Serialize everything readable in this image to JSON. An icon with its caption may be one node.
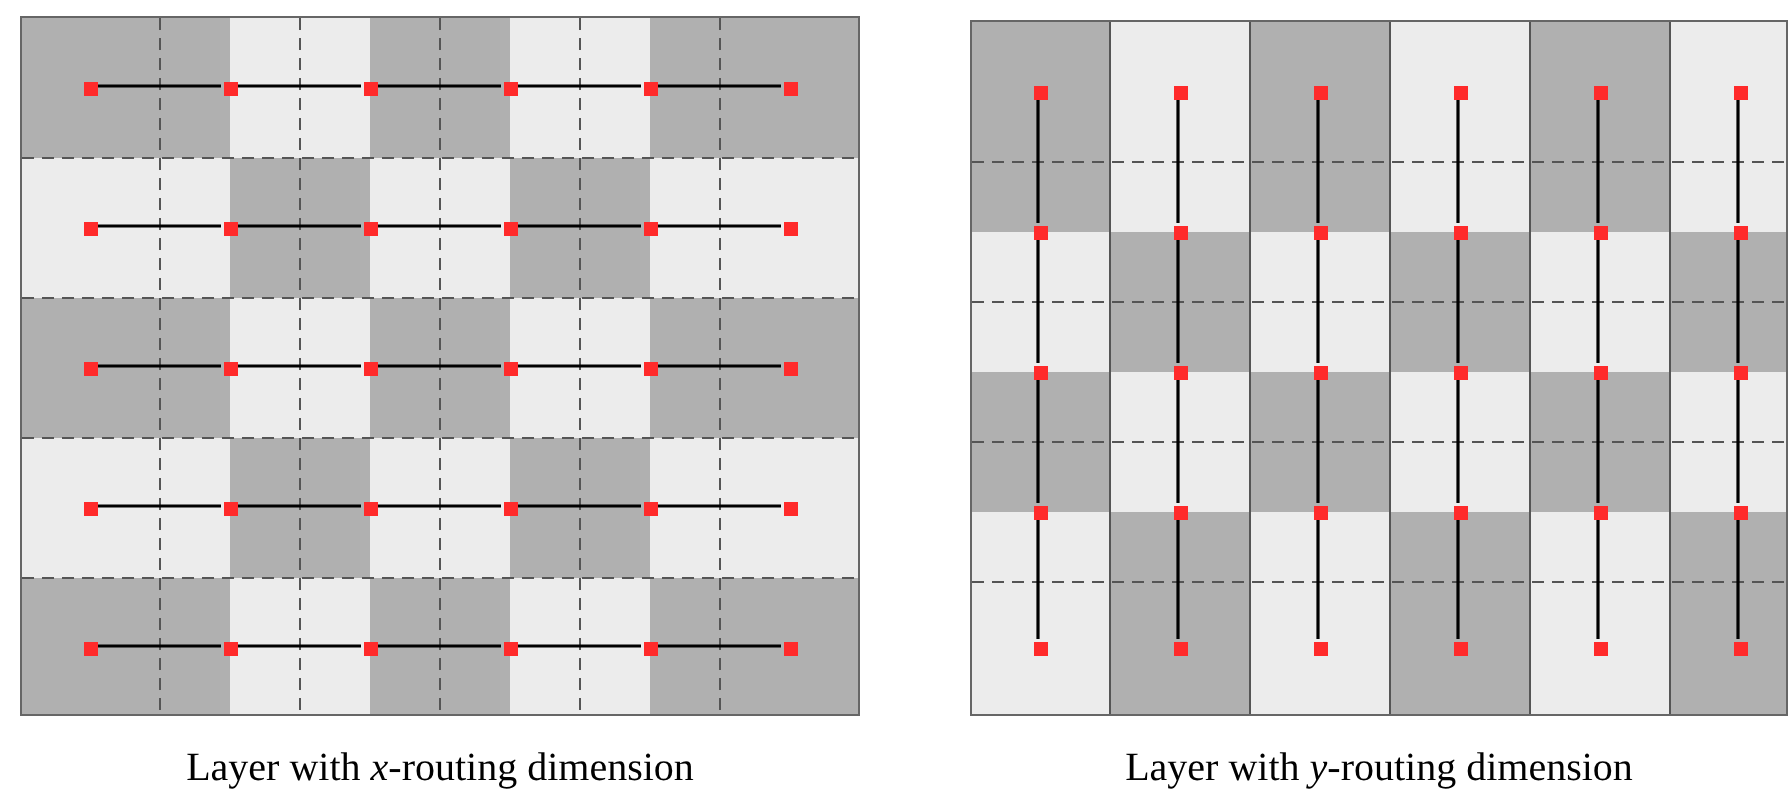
{
  "diagram": {
    "nodes": [
      {
        "text": [],
        "shape": "box",
        "beside": [
          "Layer with *x*-routing dimension"
        ]
      },
      {
        "text": [],
        "shape": "box",
        "in": 0
      },
      {
        "text": [],
        "shape": "box",
        "in": 0
      },
      {
        "text": [],
        "shape": "box",
        "in": 0
      },
      {
        "text": [],
        "shape": "box",
        "in": 0
      },
      {
        "text": [],
        "shape": "box",
        "in": 0
      },
      {
        "text": [],
        "shape": "box",
        "in": 0
      },
      {
        "text": [],
        "shape": "box",
        "in": 0
      },
      {
        "text": [],
        "shape": "box",
        "in": 0
      },
      {
        "text": [],
        "shape": "box",
        "in": 0
      },
      {
        "text": [],
        "shape": "box",
        "in": 0
      },
      {
        "text": [],
        "shape": "box",
        "in": 0
      },
      {
        "text": [],
        "shape": "box",
        "in": 0
      },
      {
        "text": [],
        "shape": "box",
        "in": 0
      },
      {
        "text": [],
        "shape": "box",
        "in": 0
      },
      {
        "text": [],
        "shape": "box",
        "in": 0
      },
      {
        "text": [],
        "shape": "box",
        "in": 0
      },
      {
        "text": [],
        "shape": "box",
        "in": 0
      },
      {
        "text": [],
        "shape": "box",
        "in": 0
      },
      {
        "text": [],
        "shape": "box",
        "in": 0
      },
      {
        "text": [],
        "shape": "box",
        "in": 0
      },
      {
        "text": [],
        "shape": "box",
        "in": 0
      },
      {
        "text": [],
        "shape": "box",
        "in": 0
      },
      {
        "text": [],
        "shape": "box",
        "in": 0
      },
      {
        "text": [],
        "shape": "box",
        "in": 0
      },
      {
        "text": [],
        "shape": "box",
        "in": 0
      },
      {
        "text": [],
        "shape": "box",
        "in": 0
      },
      {
        "text": [],
        "shape": "box",
        "in": 0
      },
      {
        "text": [],
        "shape": "box",
        "in": 0
      },
      {
        "text": [],
        "shape": "box",
        "in": 0
      },
      {
        "text": [],
        "shape": "box",
        "in": 0
      },
      {
        "text": [],
        "shape": "box",
        "beside": [
          "Layer with *y*-routing dimension"
        ]
      },
      {
        "text": [],
        "shape": "box",
        "in": 31
      },
      {
        "text": [],
        "shape": "box",
        "in": 31
      },
      {
        "text": [],
        "shape": "box",
        "in": 31
      },
      {
        "text": [],
        "shape": "box",
        "in": 31
      },
      {
        "text": [],
        "shape": "box",
        "in": 31
      },
      {
        "text": [],
        "shape": "box",
        "in": 31
      },
      {
        "text": [],
        "shape": "box",
        "in": 31
      },
      {
        "text": [],
        "shape": "box",
        "in": 31
      },
      {
        "text": [],
        "shape": "box",
        "in": 31
      },
      {
        "text": [],
        "shape": "box",
        "in": 31
      },
      {
        "text": [],
        "shape": "box",
        "in": 31
      },
      {
        "text": [],
        "shape": "box",
        "in": 31
      },
      {
        "text": [],
        "shape": "box",
        "in": 31
      },
      {
        "text": [],
        "shape": "box",
        "in": 31
      },
      {
        "text": [],
        "shape": "box",
        "in": 31
      },
      {
        "text": [],
        "shape": "box",
        "in": 31
      },
      {
        "text": [],
        "shape": "box",
        "in": 31
      },
      {
        "text": [],
        "shape": "box",
        "in": 31
      },
      {
        "text": [],
        "shape": "box",
        "in": 31
      },
      {
        "text": [],
        "shape": "box",
        "in": 31
      },
      {
        "text": [],
        "shape": "box",
        "in": 31
      },
      {
        "text": [],
        "shape": "box",
        "in": 31
      },
      {
        "text": [],
        "shape": "box",
        "in": 31
      },
      {
        "text": [],
        "shape": "box",
        "in": 31
      },
      {
        "text": [],
        "shape": "box",
        "in": 31
      },
      {
        "text": [],
        "shape": "box",
        "in": 31
      },
      {
        "text": [],
        "shape": "box",
        "in": 31
      },
      {
        "text": [],
        "shape": "box",
        "in": 31
      },
      {
        "text": [],
        "shape": "box",
        "in": 31
      },
      {
        "text": [],
        "shape": "box",
        "in": 31
      }
    ],
    "edges": [
      {
        "from": 1,
        "to": 2,
        "arrow": "none"
      },
      {
        "from": 2,
        "to": 3,
        "arrow": "none"
      },
      {
        "from": 3,
        "to": 4,
        "arrow": "none"
      },
      {
        "from": 4,
        "to": 5,
        "arrow": "none"
      },
      {
        "from": 5,
        "to": 6,
        "arrow": "none"
      },
      {
        "from": 7,
        "to": 8,
        "arrow": "none"
      },
      {
        "from": 8,
        "to": 9,
        "arrow": "none"
      },
      {
        "from": 9,
        "to": 10,
        "arrow": "none"
      },
      {
        "from": 10,
        "to": 11,
        "arrow": "none"
      },
      {
        "from": 11,
        "to": 12,
        "arrow": "none"
      },
      {
        "from": 13,
        "to": 14,
        "arrow": "none"
      },
      {
        "from": 14,
        "to": 15,
        "arrow": "none"
      },
      {
        "from": 15,
        "to": 16,
        "arrow": "none"
      },
      {
        "from": 16,
        "to": 17,
        "arrow": "none"
      },
      {
        "from": 17,
        "to": 18,
        "arrow": "none"
      },
      {
        "from": 19,
        "to": 20,
        "arrow": "none"
      },
      {
        "from": 20,
        "to": 21,
        "arrow": "none"
      },
      {
        "from": 21,
        "to": 22,
        "arrow": "none"
      },
      {
        "from": 22,
        "to": 23,
        "arrow": "none"
      },
      {
        "from": 23,
        "to": 24,
        "arrow": "none"
      },
      {
        "from": 25,
        "to": 26,
        "arrow": "none"
      },
      {
        "from": 26,
        "to": 27,
        "arrow": "none"
      },
      {
        "from": 27,
        "to": 28,
        "arrow": "none"
      },
      {
        "from": 28,
        "to": 29,
        "arrow": "none"
      },
      {
        "from": 29,
        "to": 30,
        "arrow": "none"
      },
      {
        "from": 32,
        "to": 38,
        "arrow": "none"
      },
      {
        "from": 33,
        "to": 39,
        "arrow": "none"
      },
      {
        "from": 34,
        "to": 40,
        "arrow": "none"
      },
      {
        "from": 35,
        "to": 41,
        "arrow": "none"
      },
      {
        "from": 36,
        "to": 42,
        "arrow": "none"
      },
      {
        "from": 37,
        "to": 43,
        "arrow": "none"
      },
      {
        "from": 38,
        "to": 44,
        "arrow": "none"
      },
      {
        "from": 39,
        "to": 45,
        "arrow": "none"
      },
      {
        "from": 40,
        "to": 46,
        "arrow": "none"
      },
      {
        "from": 41,
        "to": 47,
        "arrow": "none"
      },
      {
        "from": 42,
        "to": 48,
        "arrow": "none"
      },
      {
        "from": 43,
        "to": 49,
        "arrow": "none"
      },
      {
        "from": 44,
        "to": 50,
        "arrow": "none"
      },
      {
        "from": 45,
        "to": 51,
        "arrow": "none"
      },
      {
        "from": 46,
        "to": 52,
        "arrow": "none"
      },
      {
        "from": 47,
        "to": 53,
        "arrow": "none"
      },
      {
        "from": 48,
        "to": 54,
        "arrow": "none"
      },
      {
        "from": 49,
        "to": 55,
        "arrow": "none"
      },
      {
        "from": 50,
        "to": 56,
        "arrow": "none"
      },
      {
        "from": 51,
        "to": 57,
        "arrow": "none"
      },
      {
        "from": 52,
        "to": 58,
        "arrow": "none"
      },
      {
        "from": 53,
        "to": 59,
        "arrow": "none"
      },
      {
        "from": 54,
        "to": 60,
        "arrow": "none"
      },
      {
        "from": 55,
        "to": 61,
        "arrow": "none"
      }
    ]
  }
}
